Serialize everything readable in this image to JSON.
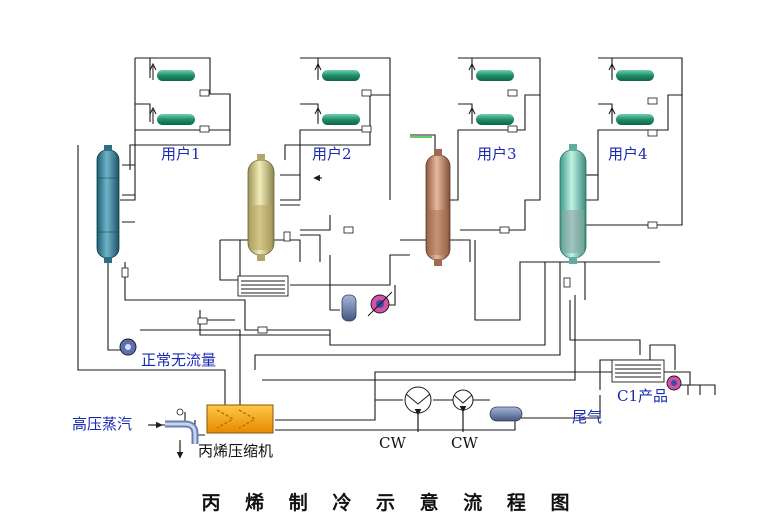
{
  "title": "丙 烯 制 冷 示 意 流 程 图",
  "labels": {
    "user1": "用户1",
    "user2": "用户2",
    "user3": "用户3",
    "user4": "用户4",
    "no_flow": "正常无流量",
    "hp_steam": "高压蒸汽",
    "compressor": "丙烯压缩机",
    "cw1": "CW",
    "cw2": "CW",
    "tail_gas": "尾气",
    "c1_product": "C1产品"
  },
  "colors": {
    "line": "#1a1a1a",
    "label_blue": "#1a2ab0",
    "vessel1": "#3f8ca4",
    "vessel2": "#d6cf8e",
    "vessel3": "#c88f73",
    "vessel4": "#7fd0c0",
    "user_cooler": "#2fa37f",
    "compressor": "#f5a300"
  }
}
